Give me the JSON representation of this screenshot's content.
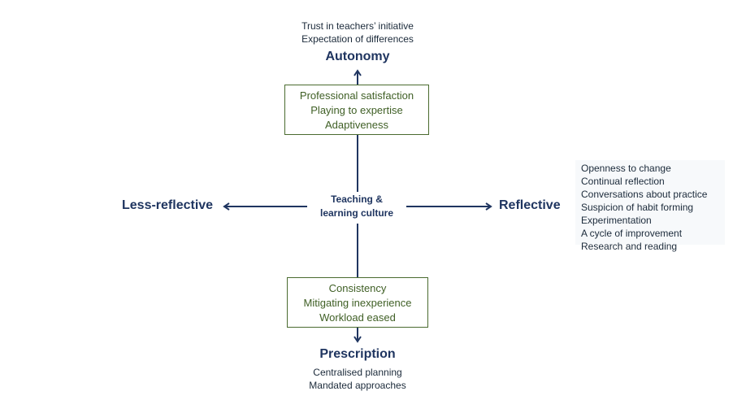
{
  "top": {
    "notes": [
      "Trust in teachers’ initiative",
      "Expectation of differences"
    ],
    "label": "Autonomy",
    "box": [
      "Professional satisfaction",
      "Playing to expertise",
      "Adaptiveness"
    ]
  },
  "bottom": {
    "label": "Prescription",
    "notes": [
      "Centralised planning",
      "Mandated approaches"
    ],
    "box": [
      "Consistency",
      "Mitigating inexperience",
      "Workload eased"
    ]
  },
  "left": {
    "label": "Less-reflective"
  },
  "right": {
    "label": "Reflective",
    "notes": [
      "Openness to change",
      "Continual reflection",
      "Conversations about practice",
      "Suspicion of habit forming",
      "Experimentation",
      "A cycle of improvement",
      "Research and reading"
    ]
  },
  "center": {
    "lines": [
      "Teaching &",
      "learning culture"
    ]
  },
  "colors": {
    "axis": "#1f3560",
    "box_border": "#4a6b2f",
    "box_text": "#3f5f25"
  }
}
